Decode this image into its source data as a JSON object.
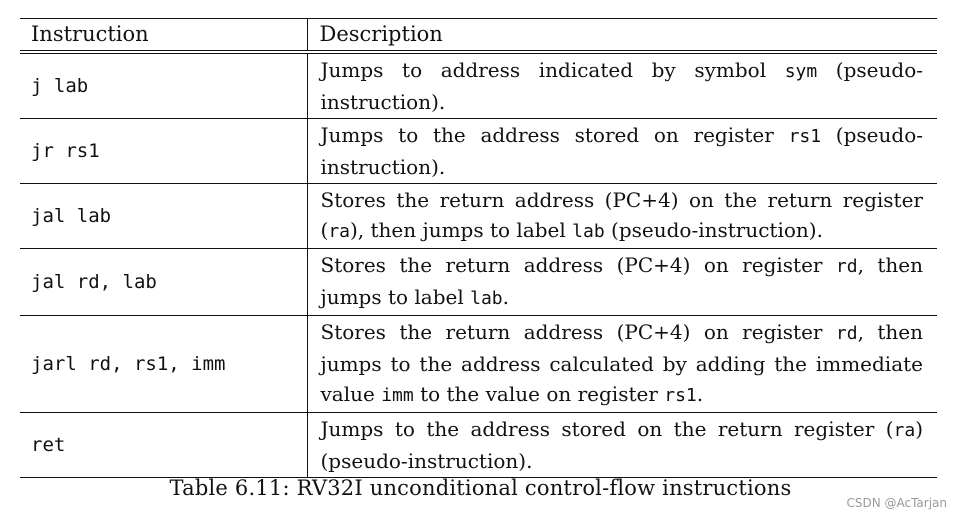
{
  "table": {
    "headers": [
      "Instruction",
      "Description"
    ],
    "rows": [
      {
        "instruction": "j lab",
        "description": [
          {
            "t": "Jumps to address indicated by symbol "
          },
          {
            "t": "sym",
            "code": true
          },
          {
            "t": " (pseudo-instruction)."
          }
        ]
      },
      {
        "instruction": "jr rs1",
        "description": [
          {
            "t": "Jumps to the address stored on register "
          },
          {
            "t": "rs1",
            "code": true
          },
          {
            "t": " (pseudo-instruction)."
          }
        ]
      },
      {
        "instruction": "jal lab",
        "description": [
          {
            "t": "Stores the return address (PC+4) on the return register ("
          },
          {
            "t": "ra",
            "code": true
          },
          {
            "t": "), then jumps to label "
          },
          {
            "t": "lab",
            "code": true
          },
          {
            "t": " (pseudo-instruction)."
          }
        ]
      },
      {
        "instruction": "jal rd, lab",
        "description": [
          {
            "t": "Stores the return address (PC+4) on register "
          },
          {
            "t": "rd",
            "code": true
          },
          {
            "t": ", then jumps to label "
          },
          {
            "t": "lab",
            "code": true
          },
          {
            "t": "."
          }
        ]
      },
      {
        "instruction": "jarl rd, rs1, imm",
        "description": [
          {
            "t": "Stores the return address (PC+4) on register "
          },
          {
            "t": "rd",
            "code": true
          },
          {
            "t": ", then jumps to the address calculated by adding the immedi­ate value "
          },
          {
            "t": "imm",
            "code": true
          },
          {
            "t": " to the value on register "
          },
          {
            "t": "rs1",
            "code": true
          },
          {
            "t": "."
          }
        ]
      },
      {
        "instruction": "ret",
        "description": [
          {
            "t": "Jumps to the address stored on the return register ("
          },
          {
            "t": "ra",
            "code": true
          },
          {
            "t": ") (pseudo-instruction)."
          }
        ]
      }
    ]
  },
  "caption": "Table 6.11: RV32I unconditional control-flow instructions",
  "watermark": "CSDN @AcTarjan"
}
